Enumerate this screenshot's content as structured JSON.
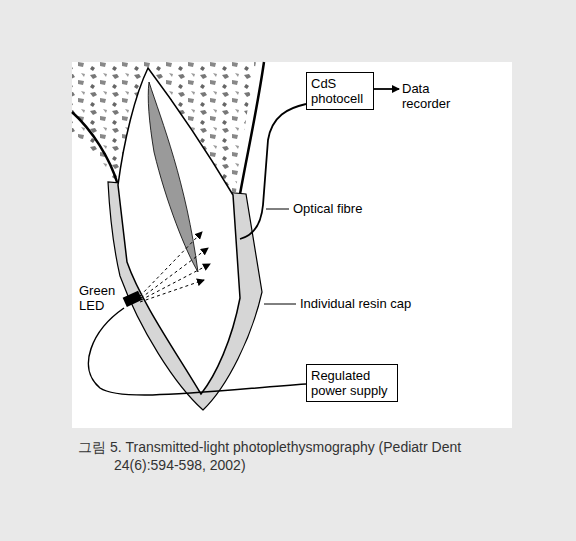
{
  "diagram": {
    "caption": "그림 5. Transmitted-light photoplethysmography (Pediatr Dent 24(6):594-598, 2002)",
    "nodes": [
      {
        "text": [
          "CdS photocell"
        ]
      },
      {
        "text": [
          "Regulated power supply"
        ]
      }
    ],
    "labels": [
      "Data recorder",
      "Optical fibre",
      "Green LED",
      "Individual resin cap"
    ]
  }
}
